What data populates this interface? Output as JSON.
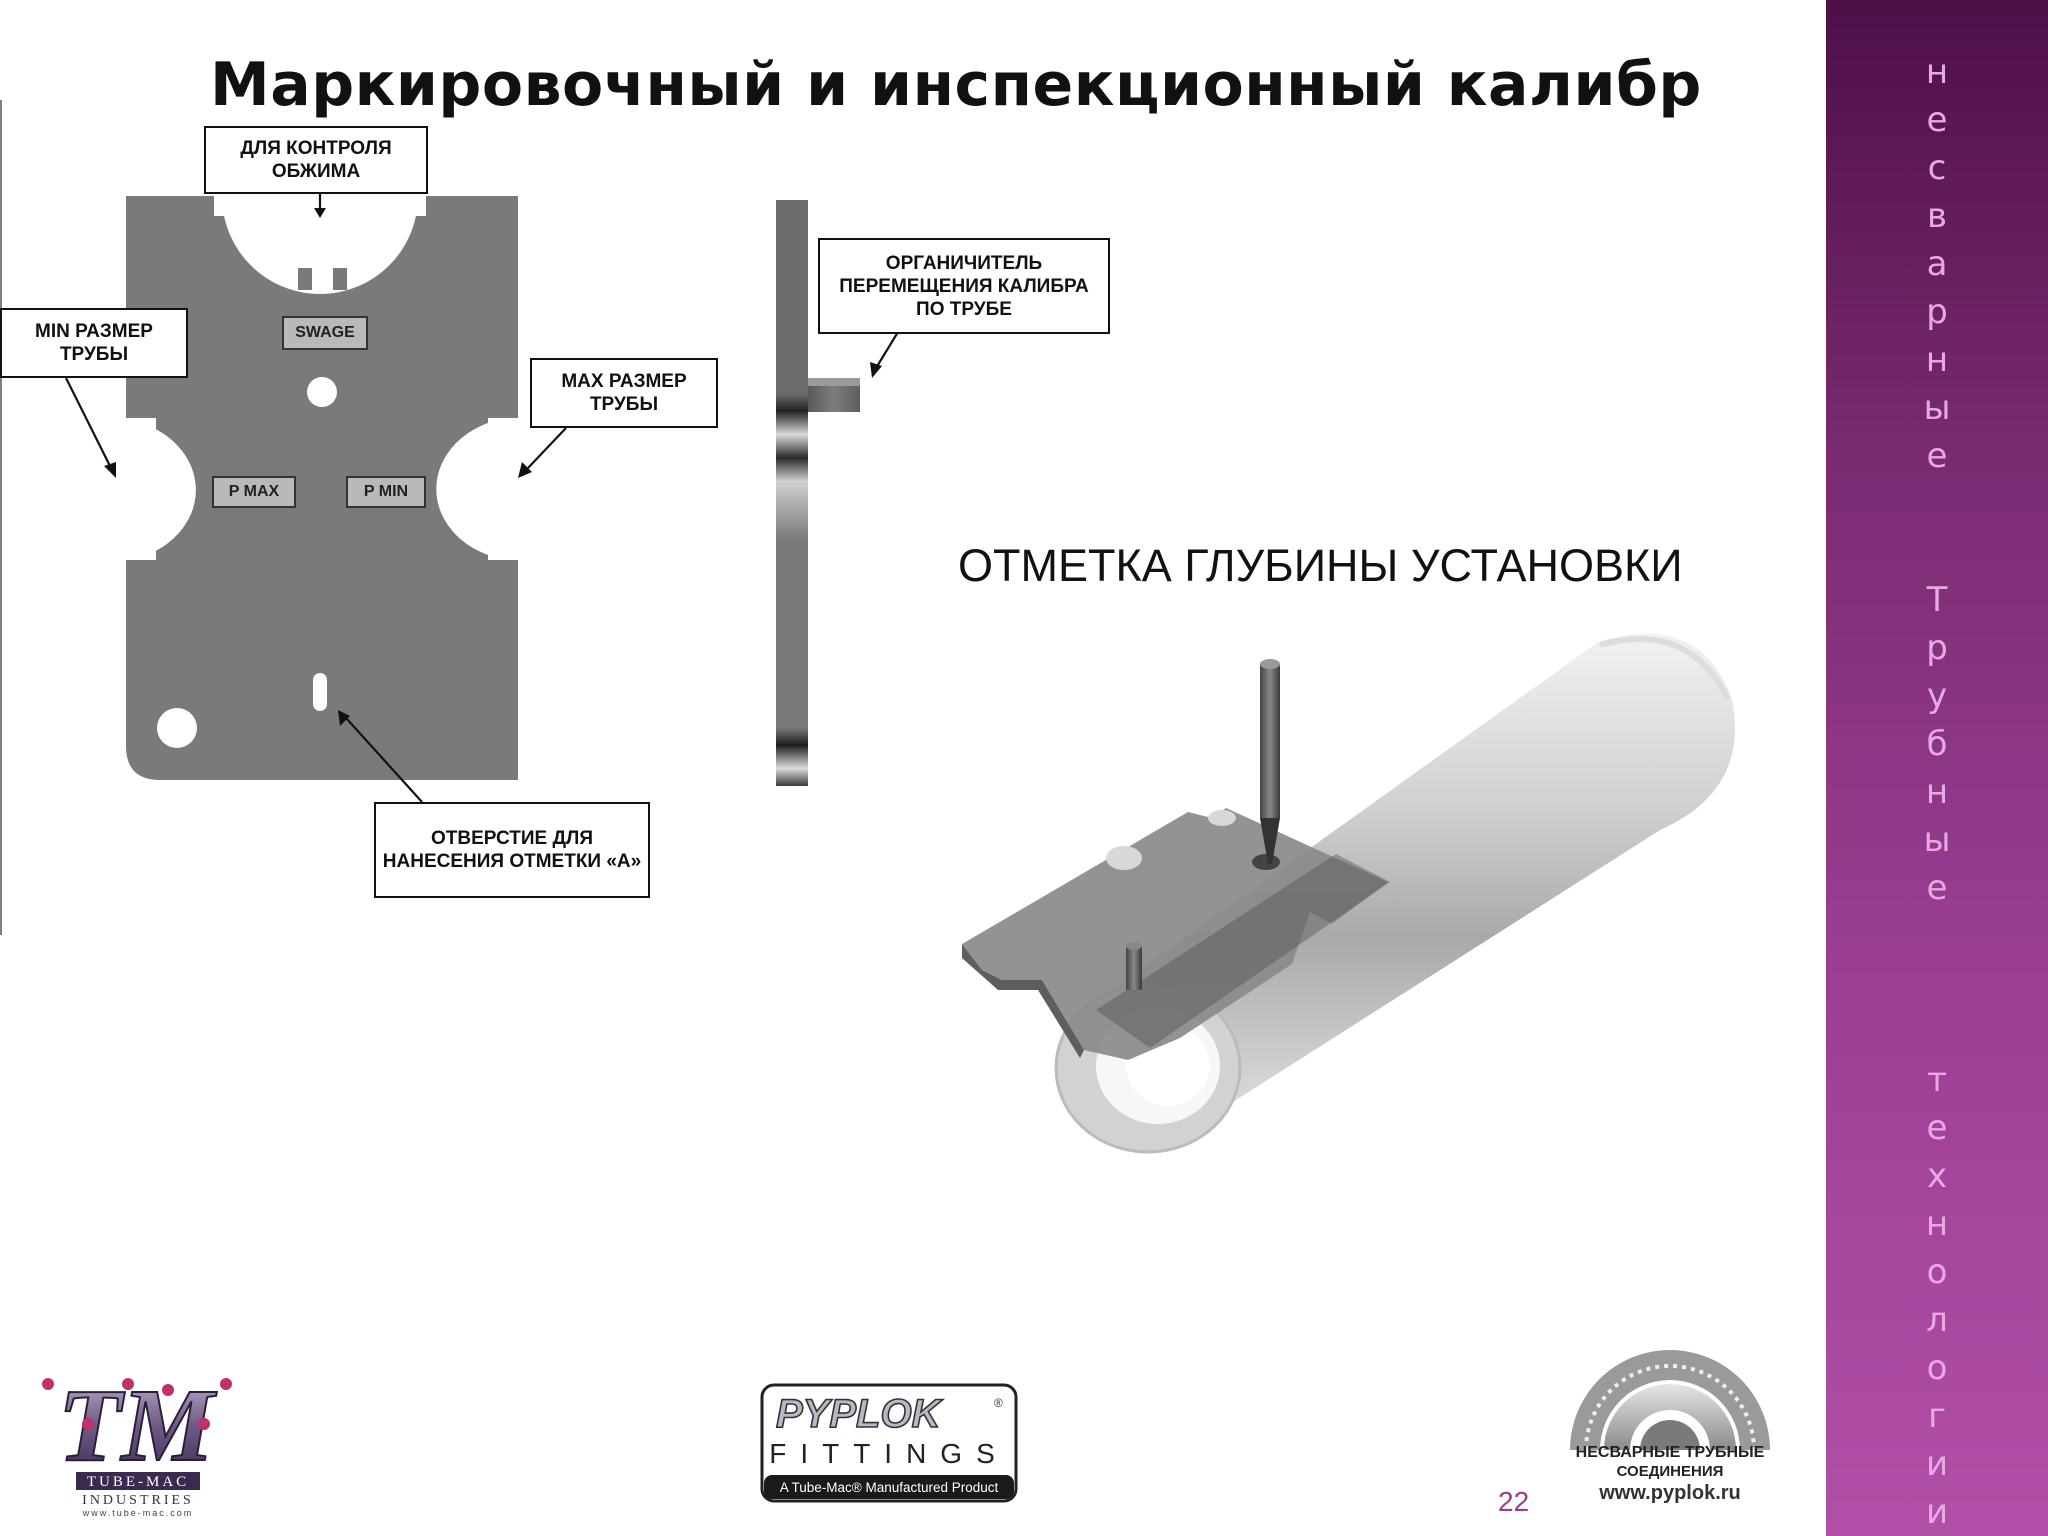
{
  "slide": {
    "title": "Маркировочный и инспекционный калибр",
    "depth_heading": "ОТМЕТКА ГЛУБИНЫ УСТАНОВКИ",
    "page_number": "22"
  },
  "callouts": {
    "crimp_control": "ДЛЯ КОНТРОЛЯ ОБЖИМА",
    "min_size": "MIN РАЗМЕР ТРУБЫ",
    "max_size": "MAX РАЗМЕР ТРУБЫ",
    "limiter": "ОРГАНИЧИТЕЛЬ ПЕРЕМЕЩЕНИЯ КАЛИБРА ПО ТРУБЕ",
    "mark_hole": "ОТВЕРСТИЕ ДЛЯ НАНЕСЕНИЯ ОТМЕТКИ «А»"
  },
  "plate_labels": {
    "swage": "SWAGE",
    "p_max": "P MAX",
    "p_min": "P MIN"
  },
  "sidebar": {
    "vertical_text": "н\nе\nс\nв\nа\nр\nн\nы\nе\n\n\nТ\nр\nу\nб\nн\nы\nе\n\n\n\nт\nе\nх\nн\nо\nл\nо\nг\nи\nи"
  },
  "logos": {
    "tube_mac": {
      "mark": "TM",
      "name": "TUBE-MAC",
      "subtitle": "INDUSTRIES",
      "url": "www.tube-mac.com"
    },
    "pyplok": {
      "brand": "PYPLOK",
      "reg": "®",
      "fittings": "FITTINGS",
      "tagline": "A Tube-Mac® Manufactured Product"
    },
    "pyplok_ru": {
      "caption_line1": "НЕСВАРНЫЕ ТРУБНЫЕ",
      "caption_line2": "СОЕДИНЕНИЯ",
      "url": "www.pyplok.ru"
    }
  },
  "colors": {
    "sidebar_top": "#4e0f47",
    "sidebar_bottom": "#b24fa8",
    "sidebar_text": "#e7a9e2",
    "plate_gray": "#7a7a7c",
    "page_number": "#9b3a8f"
  }
}
